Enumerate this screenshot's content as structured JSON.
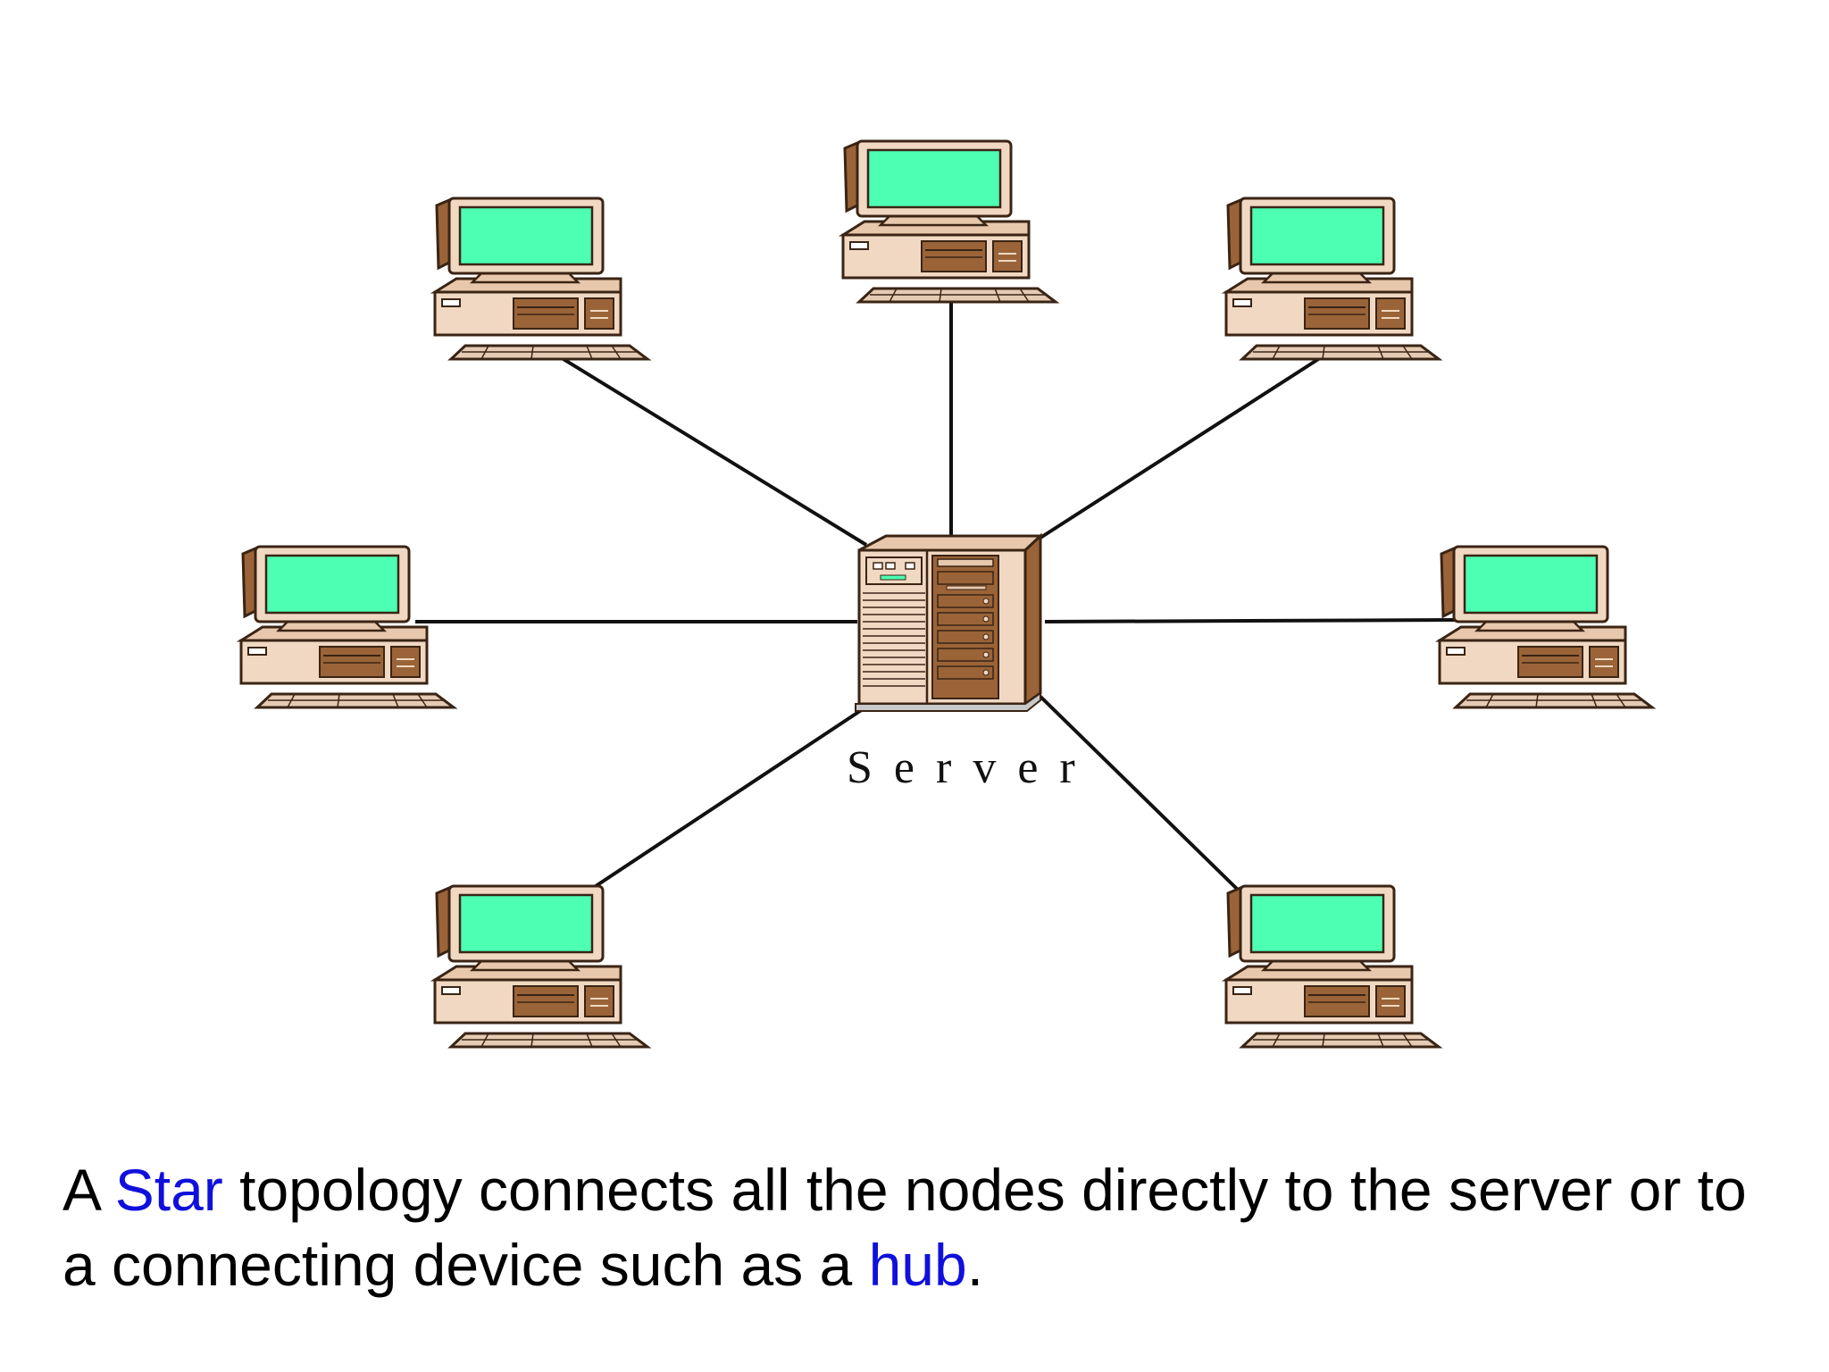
{
  "diagram": {
    "server_label": "Server",
    "colors": {
      "screen": "#4dffb3",
      "case_light": "#f1d8c2",
      "case_dark": "#9a6438",
      "link": "#111111",
      "highlight_text": "#1010dd"
    },
    "nodes": [
      {
        "id": "pc-top-left"
      },
      {
        "id": "pc-top-center"
      },
      {
        "id": "pc-top-right"
      },
      {
        "id": "pc-middle-left"
      },
      {
        "id": "pc-middle-right"
      },
      {
        "id": "pc-bottom-left"
      },
      {
        "id": "pc-bottom-right"
      }
    ]
  },
  "caption": {
    "part1": "A ",
    "highlight1": "Star",
    "part2": " topology connects all the nodes directly to the server or to a connecting device such as a ",
    "highlight2": "hub",
    "part3": "."
  }
}
